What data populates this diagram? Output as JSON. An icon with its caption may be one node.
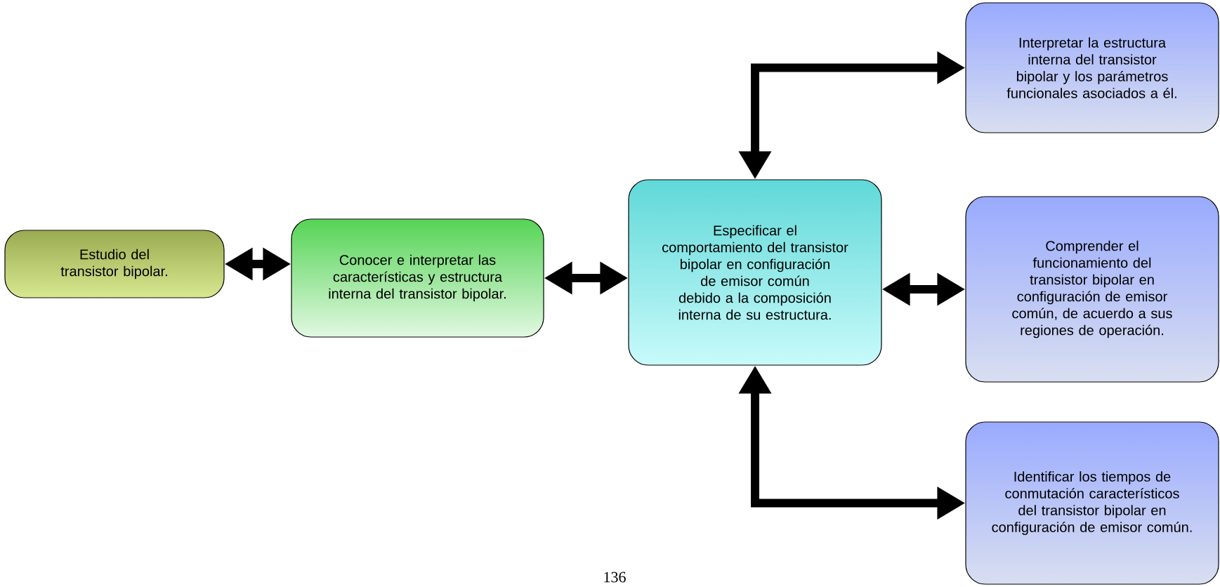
{
  "diagram": {
    "nodes": [
      {
        "text": [
          "Estudio del transistor bipolar."
        ]
      },
      {
        "text": [
          "Conocer e interpretar las características y estructura interna del transistor bipolar."
        ]
      },
      {
        "text": [
          "Especificar el comportamiento del transistor bipolar en configuración de emisor común debido a la composición interna de su estructura."
        ]
      },
      {
        "text": [
          "Interpretar la estructura interna del transistor bipolar y los parámetros funcionales asociados a él."
        ]
      },
      {
        "text": [
          "Comprender el funcionamiento del transistor bipolar en configuración de emisor común, de acuerdo a sus regiones de operación."
        ]
      },
      {
        "text": [
          "Identificar los tiempos de conmutación característicos del transistor bipolar en configuración de emisor común."
        ]
      }
    ],
    "edges": [
      {
        "from": 0,
        "to": 1,
        "arrow": "both"
      },
      {
        "from": 1,
        "to": 2,
        "arrow": "both"
      },
      {
        "from": 2,
        "to": 3,
        "arrow": "both"
      },
      {
        "from": 2,
        "to": 4,
        "arrow": "both"
      },
      {
        "from": 2,
        "to": 5,
        "arrow": "both"
      }
    ],
    "labels": [
      "136"
    ]
  }
}
